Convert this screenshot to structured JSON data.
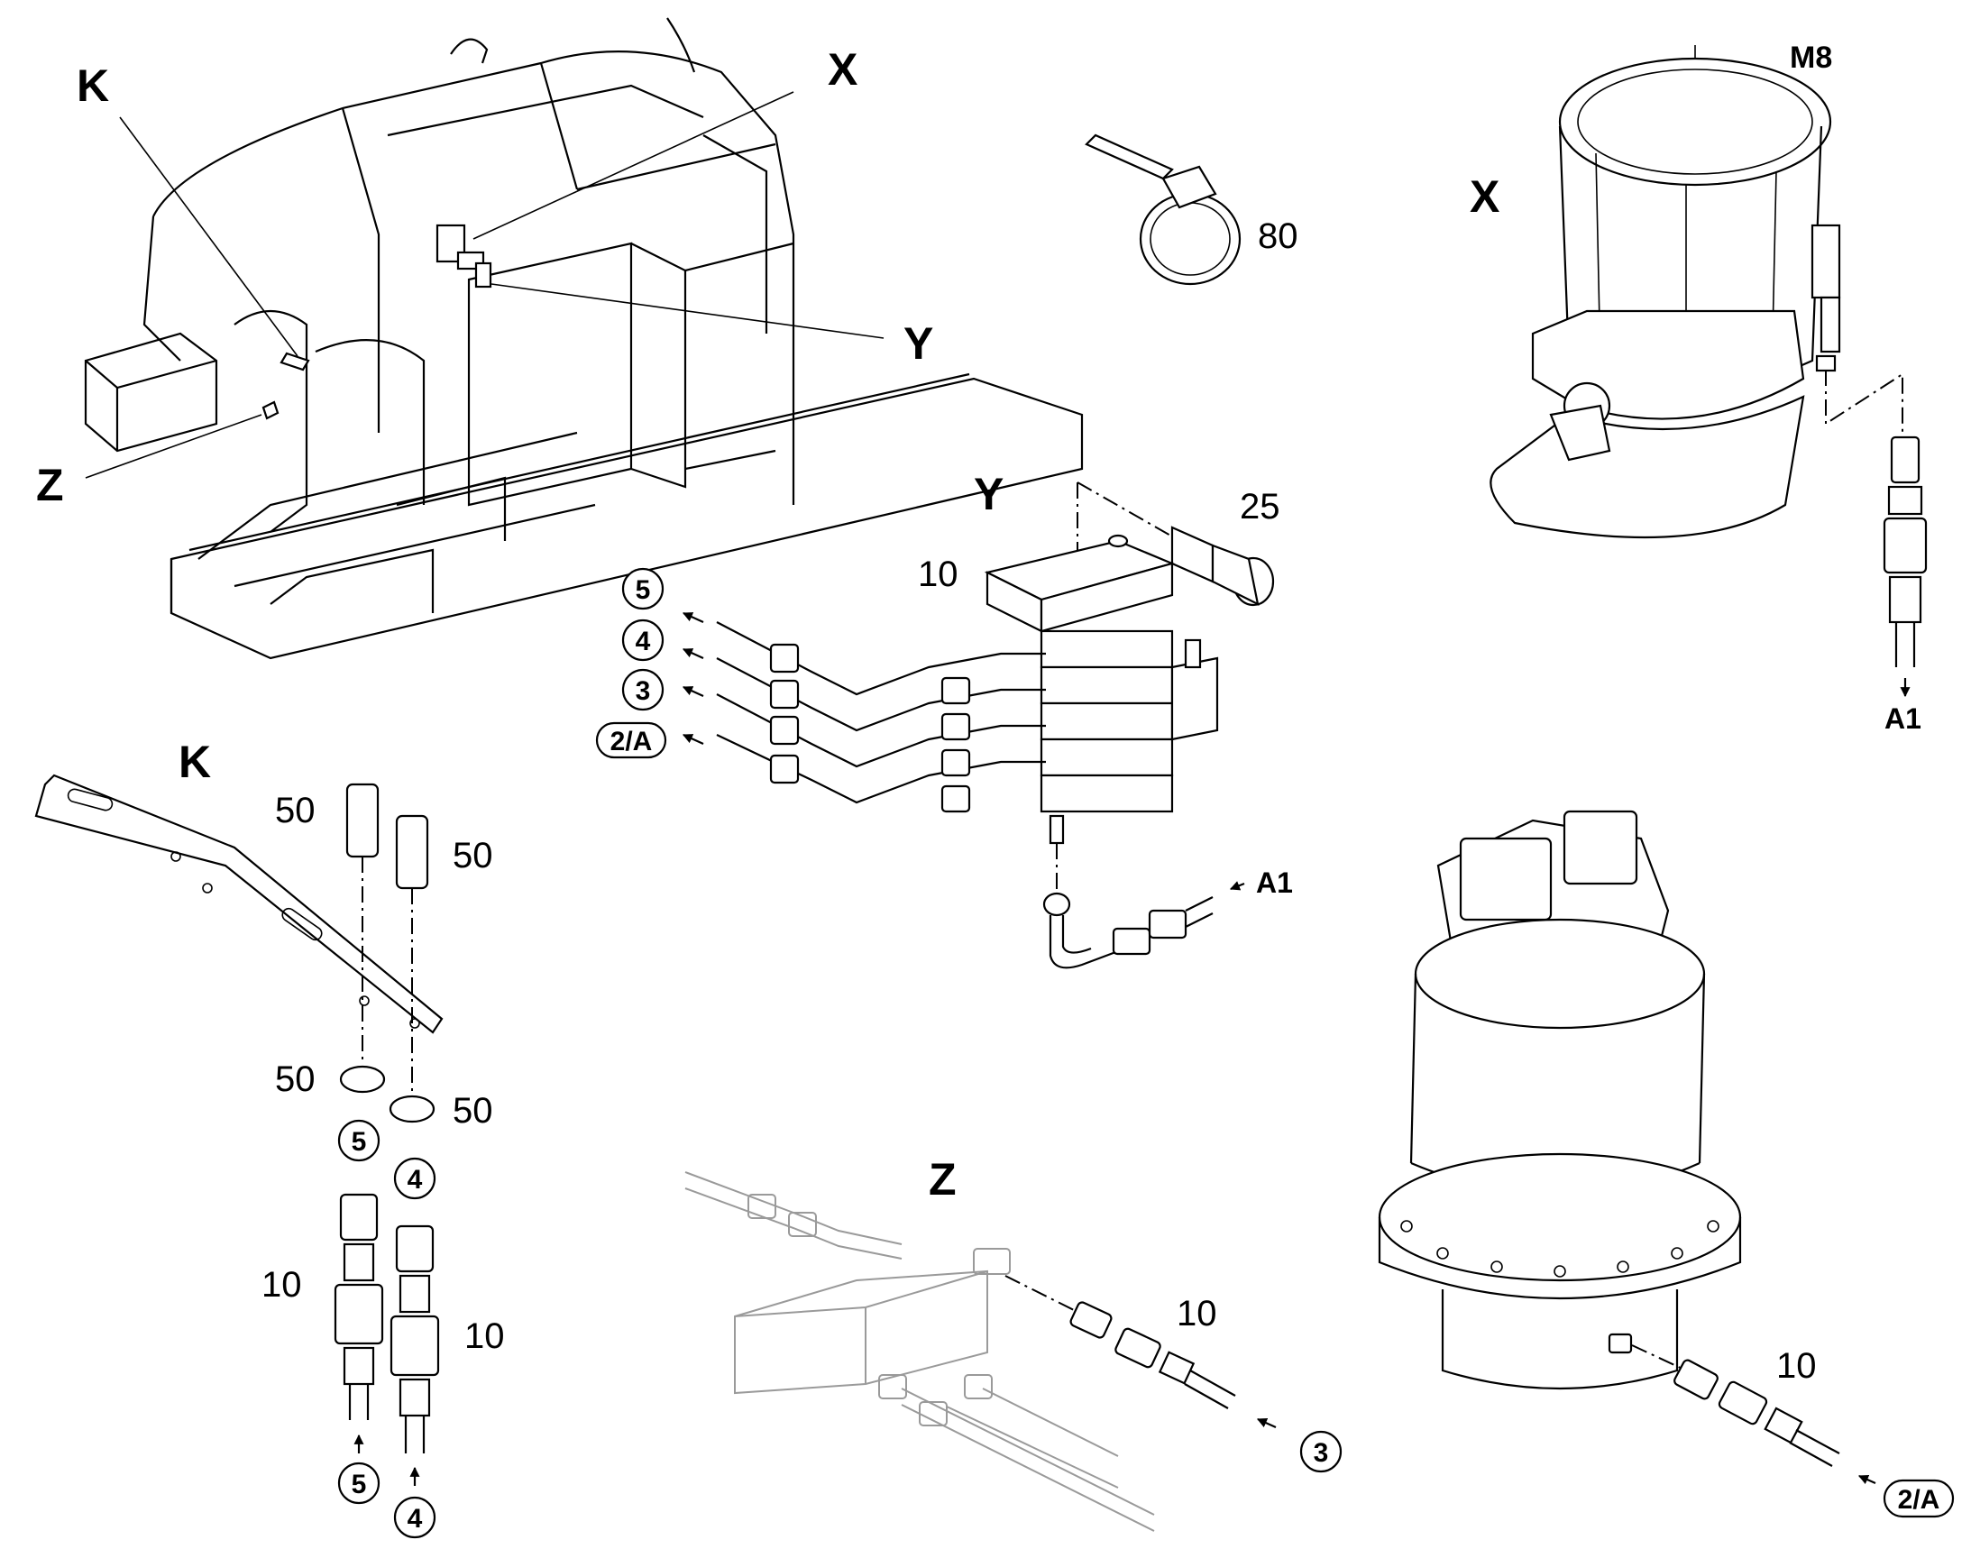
{
  "overview": {
    "callouts": {
      "k": "K",
      "x": "X",
      "y": "Y",
      "z": "Z"
    }
  },
  "detail_titles": {
    "x": "X",
    "y": "Y",
    "k": "K",
    "z": "Z"
  },
  "labels": {
    "m8": "M8",
    "a1_pump": "A1",
    "a1_block": "A1",
    "tie_qty": "80",
    "bolt_qty": "25",
    "block_qty": "10",
    "k_fit_top_left": "50",
    "k_fit_top_right": "50",
    "k_nut_left": "50",
    "k_nut_right": "50",
    "k_line_left": "10",
    "k_line_right": "10",
    "z_line": "10",
    "motor_line": "10"
  },
  "bubbles": {
    "y_out_1": "5",
    "y_out_2": "4",
    "y_out_3": "3",
    "y_out_4": "2/A",
    "k_mid_left": "5",
    "k_mid_right": "4",
    "k_bot_left": "5",
    "k_bot_right": "4",
    "z_in": "3",
    "motor_in": "2/A"
  }
}
